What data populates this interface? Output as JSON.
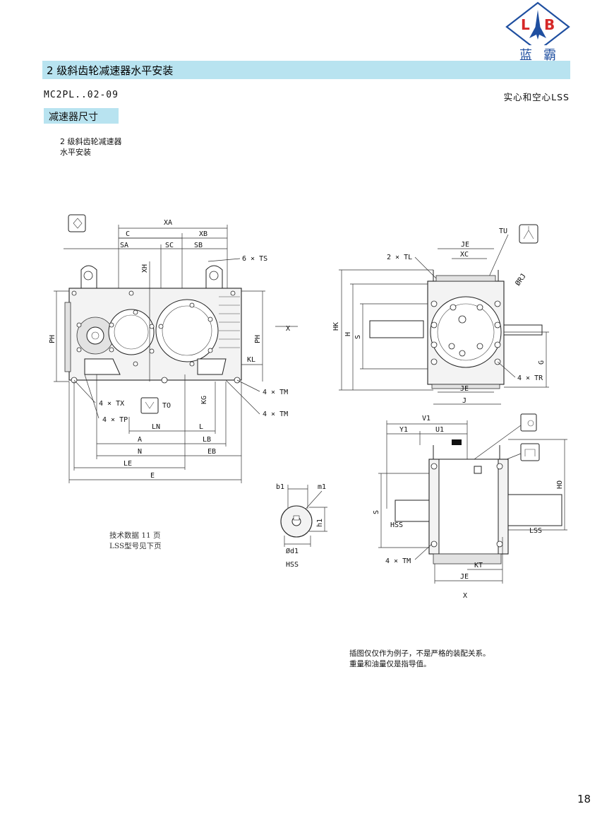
{
  "brand": {
    "name": "蓝霸",
    "logo_letters": "LB",
    "colors": {
      "red": "#d62828",
      "blue": "#1f4fa0"
    }
  },
  "title": "2 级斜齿轮减速器水平安装",
  "model_range": "MC2PL..02-09",
  "shaft_note": "实心和空心LSS",
  "section_heading": "减速器尺寸",
  "description": [
    "2 级斜齿轮减速器",
    "水平安装"
  ],
  "tech_note": [
    "技术数据 11 页",
    "LSS型号见下页"
  ],
  "footnote": [
    "插图仅仅作为例子，不是严格的装配关系。",
    "重量和油量仅是指导值。"
  ],
  "page_number": "18",
  "accent_color": "#b8e3f0",
  "drawings": {
    "front_view": {
      "labels": [
        "XA",
        "C",
        "XB",
        "SA",
        "SC",
        "SB",
        "XH",
        "6 × TS",
        "PH",
        "PH",
        "X",
        "KL",
        "4 × TM",
        "4 × TM",
        "KG",
        "4 × TX",
        "TO",
        "4 × TP",
        "LN",
        "L",
        "A",
        "LB",
        "N",
        "EB",
        "LE",
        "E"
      ]
    },
    "side_view": {
      "labels": [
        "TU",
        "JE",
        "XC",
        "2 × TL",
        "ØRJ",
        "HK",
        "H",
        "S",
        "G",
        "4 × TR",
        "JE",
        "J"
      ]
    },
    "top_view": {
      "labels": [
        "V1",
        "Y1",
        "U1",
        "HO",
        "S",
        "HSS",
        "LSS",
        "4 × TM",
        "KT",
        "JE",
        "X"
      ]
    },
    "shaft_detail": {
      "labels": [
        "b1",
        "m1",
        "h1",
        "Ød1",
        "HSS"
      ]
    }
  }
}
